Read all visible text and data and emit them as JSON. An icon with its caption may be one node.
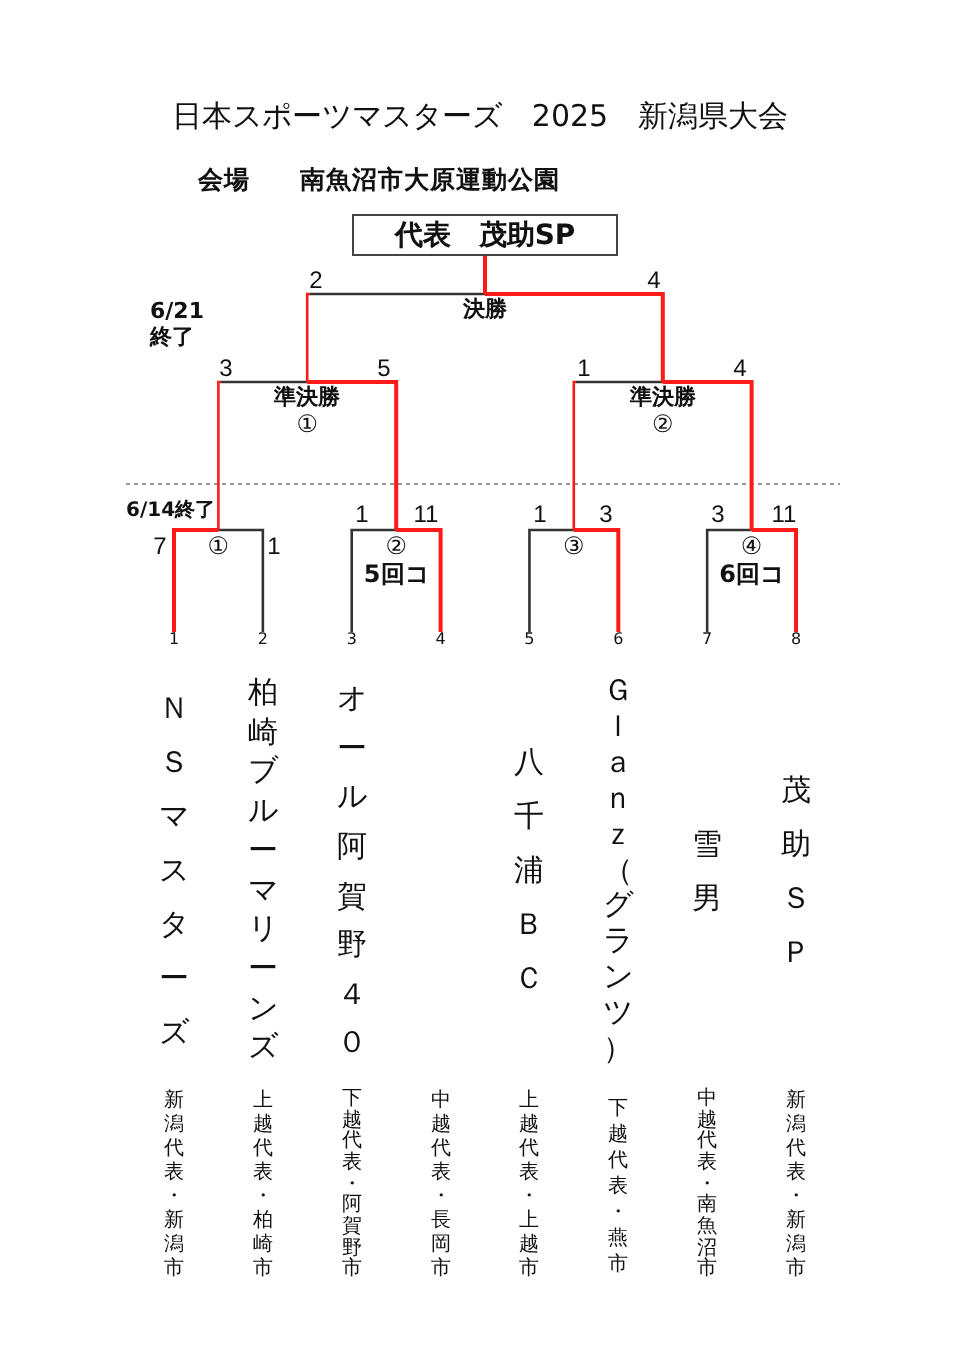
{
  "diagram": {
    "title": "日本スポーツマスターズ　2025　新潟県大会",
    "nodes": [
      {
        "text": [
          "代表　茂助SP"
        ]
      },
      {
        "text": [
          "決勝"
        ]
      },
      {
        "text": [
          "準決勝",
          "①"
        ]
      },
      {
        "text": [
          "準決勝",
          "②"
        ]
      },
      {
        "text": [
          "①"
        ]
      },
      {
        "text": [
          "②",
          "5回コ"
        ]
      },
      {
        "text": [
          "③"
        ]
      },
      {
        "text": [
          "④",
          "6回コ"
        ]
      },
      {
        "text": [
          "1",
          "ＮＳマスターズ",
          "新潟代表・新潟市"
        ]
      },
      {
        "text": [
          "2",
          "柏崎ブルーマリーンズ",
          "上越代表・柏崎市"
        ]
      },
      {
        "text": [
          "3",
          "オール阿賀野４０",
          "下越代表・阿賀野市"
        ]
      },
      {
        "text": [
          "4",
          "中越代表・長岡市"
        ]
      },
      {
        "text": [
          "5",
          "八千浦ＢＣ",
          "上越代表・上越市"
        ]
      },
      {
        "text": [
          "6",
          "Ｇｌａｎｚ（グランツ）",
          "下越代表・燕市"
        ]
      },
      {
        "text": [
          "7",
          "雪男",
          "中越代表・南魚沼市"
        ]
      },
      {
        "text": [
          "8",
          "茂助ＳＰ",
          "新潟代表・新潟市"
        ]
      }
    ],
    "edges": [
      {
        "from": 8,
        "to": 4,
        "arrow": "none",
        "label": "7"
      },
      {
        "from": 9,
        "to": 4,
        "arrow": "none",
        "label": "1",
        "color": "#333333"
      },
      {
        "from": 10,
        "to": 5,
        "arrow": "none",
        "label": "1",
        "color": "#333333"
      },
      {
        "from": 11,
        "to": 5,
        "arrow": "none",
        "label": "11"
      },
      {
        "from": 12,
        "to": 6,
        "arrow": "none",
        "label": "1",
        "color": "#333333"
      },
      {
        "from": 13,
        "to": 6,
        "arrow": "none",
        "label": "3"
      },
      {
        "from": 14,
        "to": 7,
        "arrow": "none",
        "label": "3",
        "color": "#333333"
      },
      {
        "from": 15,
        "to": 7,
        "arrow": "none",
        "label": "11"
      },
      {
        "from": 4,
        "to": 2,
        "arrow": "none",
        "label": "3",
        "color": "#333333"
      },
      {
        "from": 5,
        "to": 2,
        "arrow": "none",
        "label": "5"
      },
      {
        "from": 6,
        "to": 3,
        "arrow": "none",
        "label": "1",
        "color": "#333333"
      },
      {
        "from": 7,
        "to": 3,
        "arrow": "none",
        "label": "4"
      },
      {
        "from": 2,
        "to": 1,
        "arrow": "none",
        "label": "2",
        "color": "#333333"
      },
      {
        "from": 3,
        "to": 1,
        "arrow": "none",
        "label": "4"
      },
      {
        "from": 1,
        "to": 0,
        "arrow": "none"
      }
    ],
    "labels": [
      "会場",
      "南魚沼市大原運動公園",
      "6/21終了",
      "6/14終了"
    ]
  }
}
